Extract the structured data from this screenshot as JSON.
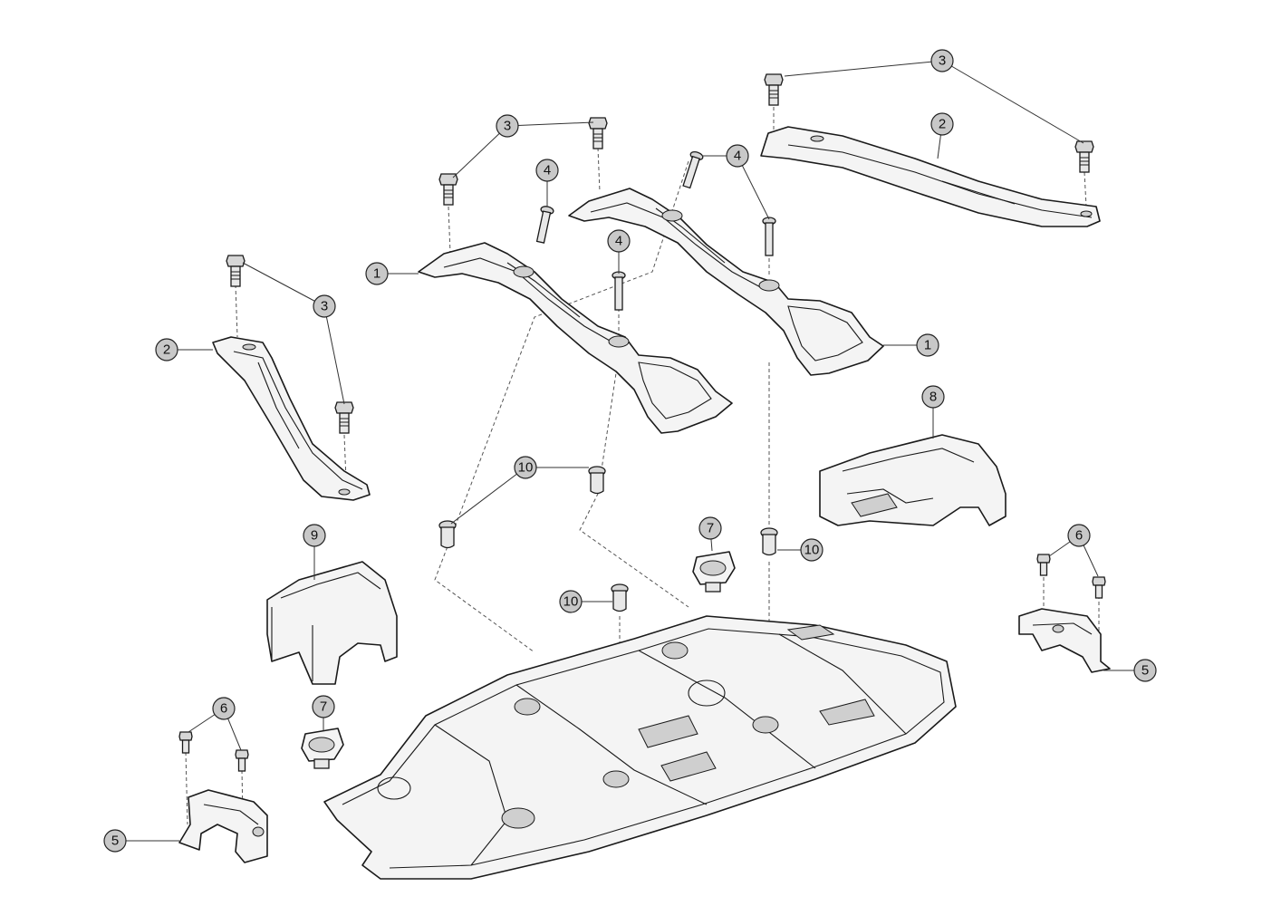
{
  "callouts": [
    {
      "id": "c1a",
      "label": "1"
    },
    {
      "id": "c1b",
      "label": "1"
    },
    {
      "id": "c2a",
      "label": "2"
    },
    {
      "id": "c2b",
      "label": "2"
    },
    {
      "id": "c3a",
      "label": "3"
    },
    {
      "id": "c3b",
      "label": "3"
    },
    {
      "id": "c3c",
      "label": "3"
    },
    {
      "id": "c4a",
      "label": "4"
    },
    {
      "id": "c4b",
      "label": "4"
    },
    {
      "id": "c4c",
      "label": "4"
    },
    {
      "id": "c5a",
      "label": "5"
    },
    {
      "id": "c5b",
      "label": "5"
    },
    {
      "id": "c6a",
      "label": "6"
    },
    {
      "id": "c6b",
      "label": "6"
    },
    {
      "id": "c7a",
      "label": "7"
    },
    {
      "id": "c7b",
      "label": "7"
    },
    {
      "id": "c8",
      "label": "8"
    },
    {
      "id": "c9",
      "label": "9"
    },
    {
      "id": "c10a",
      "label": "10"
    },
    {
      "id": "c10b",
      "label": "10"
    },
    {
      "id": "c10c",
      "label": "10"
    }
  ]
}
